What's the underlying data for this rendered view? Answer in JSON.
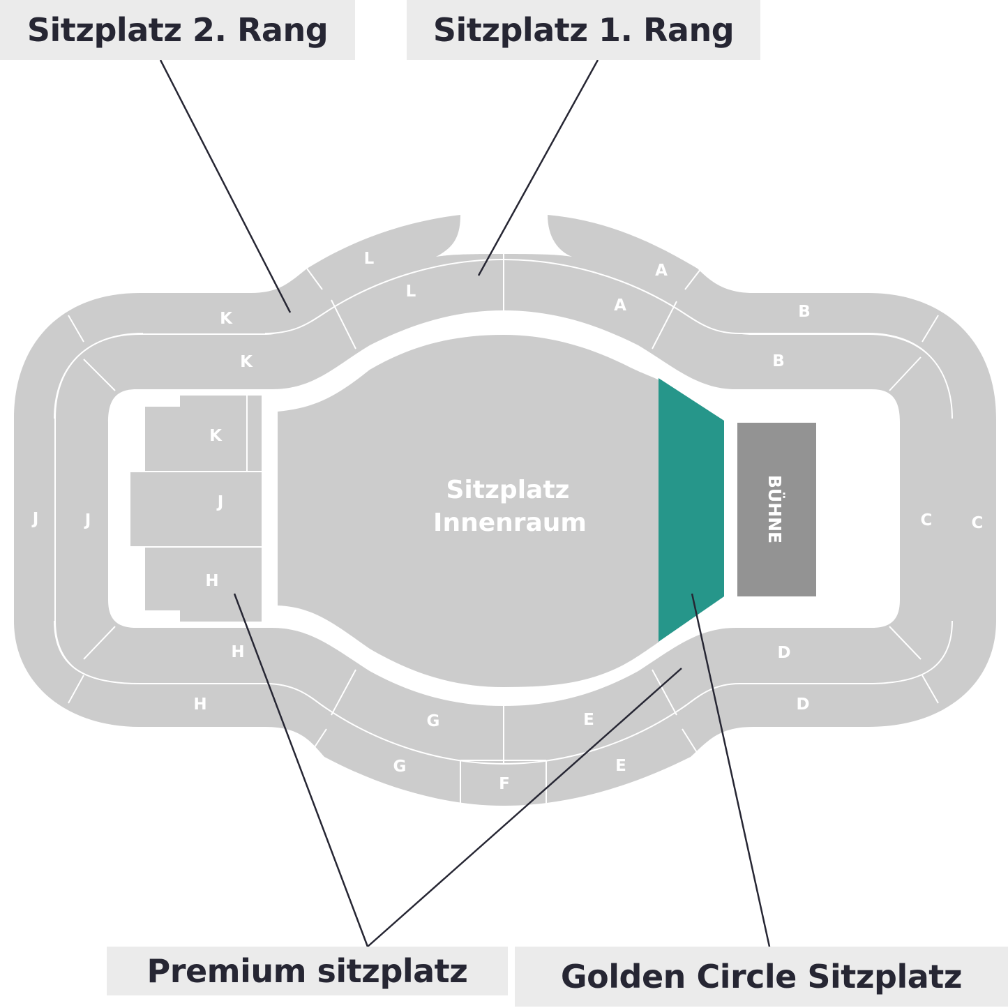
{
  "callouts": {
    "rang2": "Sitzplatz 2. Rang",
    "rang1": "Sitzplatz 1. Rang",
    "premium": "Premium sitzplatz",
    "golden": "Golden Circle Sitzplatz"
  },
  "floor": {
    "line1": "Sitzplatz",
    "line2": "Innenraum"
  },
  "stage_label": "BÜHNE",
  "sections": {
    "A_upper": "A",
    "A_lower": "A",
    "B_upper": "B",
    "B_lower": "B",
    "C_outer": "C",
    "C_inner": "C",
    "D_inner": "D",
    "D_outer": "D",
    "E_inner": "E",
    "E_outer": "E",
    "F": "F",
    "G_inner": "G",
    "G_outer": "G",
    "H_inner": "H",
    "H_outer": "H",
    "H_floor": "H",
    "J_outer": "J",
    "J_inner": "J",
    "J_floor": "J",
    "K_outer": "K",
    "K_inner": "K",
    "K_floor": "K",
    "L_outer": "L",
    "L_inner": "L"
  },
  "colors": {
    "seat_grey": "#cccccc",
    "stage_grey": "#939393",
    "golden_circle": "#26968a",
    "callout_bg": "#ebebeb",
    "text_dark": "#262633"
  }
}
